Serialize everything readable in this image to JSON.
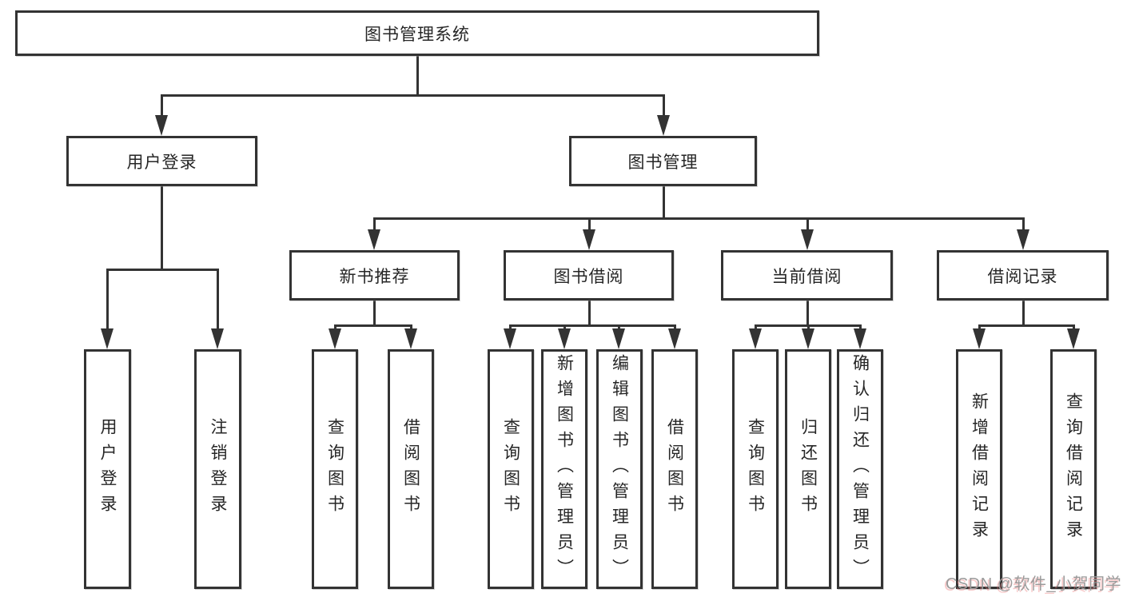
{
  "diagram": {
    "root": {
      "label": "图书管理系统"
    },
    "level2": [
      {
        "label": "用户登录"
      },
      {
        "label": "图书管理"
      }
    ],
    "level3": [
      {
        "label": "新书推荐"
      },
      {
        "label": "图书借阅"
      },
      {
        "label": "当前借阅"
      },
      {
        "label": "借阅记录"
      }
    ],
    "leaves": {
      "user_login": [
        "用户登录",
        "注销登录"
      ],
      "new_book_recommend": [
        "查询图书",
        "借阅图书"
      ],
      "book_borrow": [
        "查询图书",
        "新增图书（管理员）",
        "编辑图书（管理员）",
        "借阅图书"
      ],
      "current_borrow": [
        "查询图书",
        "归还图书",
        "确认归还（管理员）"
      ],
      "borrow_record": [
        "新增借阅记录",
        "查询借阅记录"
      ]
    }
  },
  "watermark": {
    "text": "CSDN @软件_小贺同学"
  },
  "colors": {
    "line": "#333333",
    "text": "#262626",
    "background": "#ffffff",
    "watermark": "#9b9b9b"
  }
}
